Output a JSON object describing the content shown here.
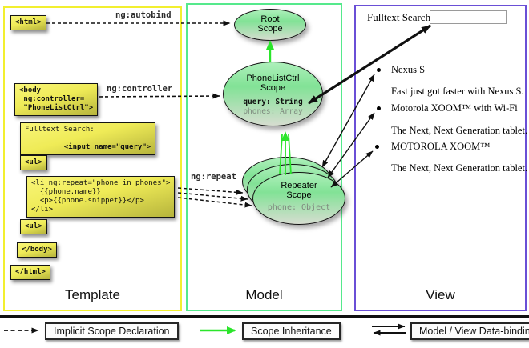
{
  "colors": {
    "template_border": "#f2ef2f",
    "model_border": "#55e98c",
    "view_border": "#6a4fd6",
    "inheritance_green": "#2be52b",
    "code_box_yellow": "#efeb57"
  },
  "panels": {
    "template": "Template",
    "model": "Model",
    "view": "View"
  },
  "template_code": {
    "html_open": "<html>",
    "body_open": "<body\n ng:controller=\n \"PhoneListCtrl\">",
    "fulltext_label": "Fulltext Search:",
    "fulltext_input": "  <input name=\"query\">",
    "ul_open": "<ul>",
    "li_repeat": "<li ng:repeat=\"phone in phones\">\n  {{phone.name}}\n  <p>{{phone.snippet}}</p>\n</li>",
    "ul_close": "<ul>",
    "body_close": "</body>",
    "html_close": "</html>"
  },
  "edge_labels": {
    "autobind": "ng:autobind",
    "controller": "ng:controller",
    "repeat": "ng:repeat"
  },
  "scopes": {
    "root": {
      "line1": "Root",
      "line2": "Scope"
    },
    "phonelist": {
      "line1": "PhoneListCtrl",
      "line2": "Scope",
      "prop1": "query: String",
      "prop2": "phones: Array"
    },
    "repeater": {
      "line1": "Repeater",
      "line2": "Scope",
      "prop1": "phone: Object"
    }
  },
  "view": {
    "search_label": "Fulltext Search:",
    "search_value": "",
    "items": [
      {
        "title": "Nexus S",
        "snippet": "Fast just got faster with Nexus S."
      },
      {
        "title": "Motorola XOOM™  with Wi-Fi",
        "snippet": "The Next, Next Generation tablet."
      },
      {
        "title": "MOTOROLA XOOM™",
        "snippet": "The Next, Next Generation tablet."
      }
    ]
  },
  "legend": {
    "implicit": "Implicit Scope Declaration",
    "inheritance": "Scope Inheritance",
    "binding": "Model / View Data-binding"
  }
}
